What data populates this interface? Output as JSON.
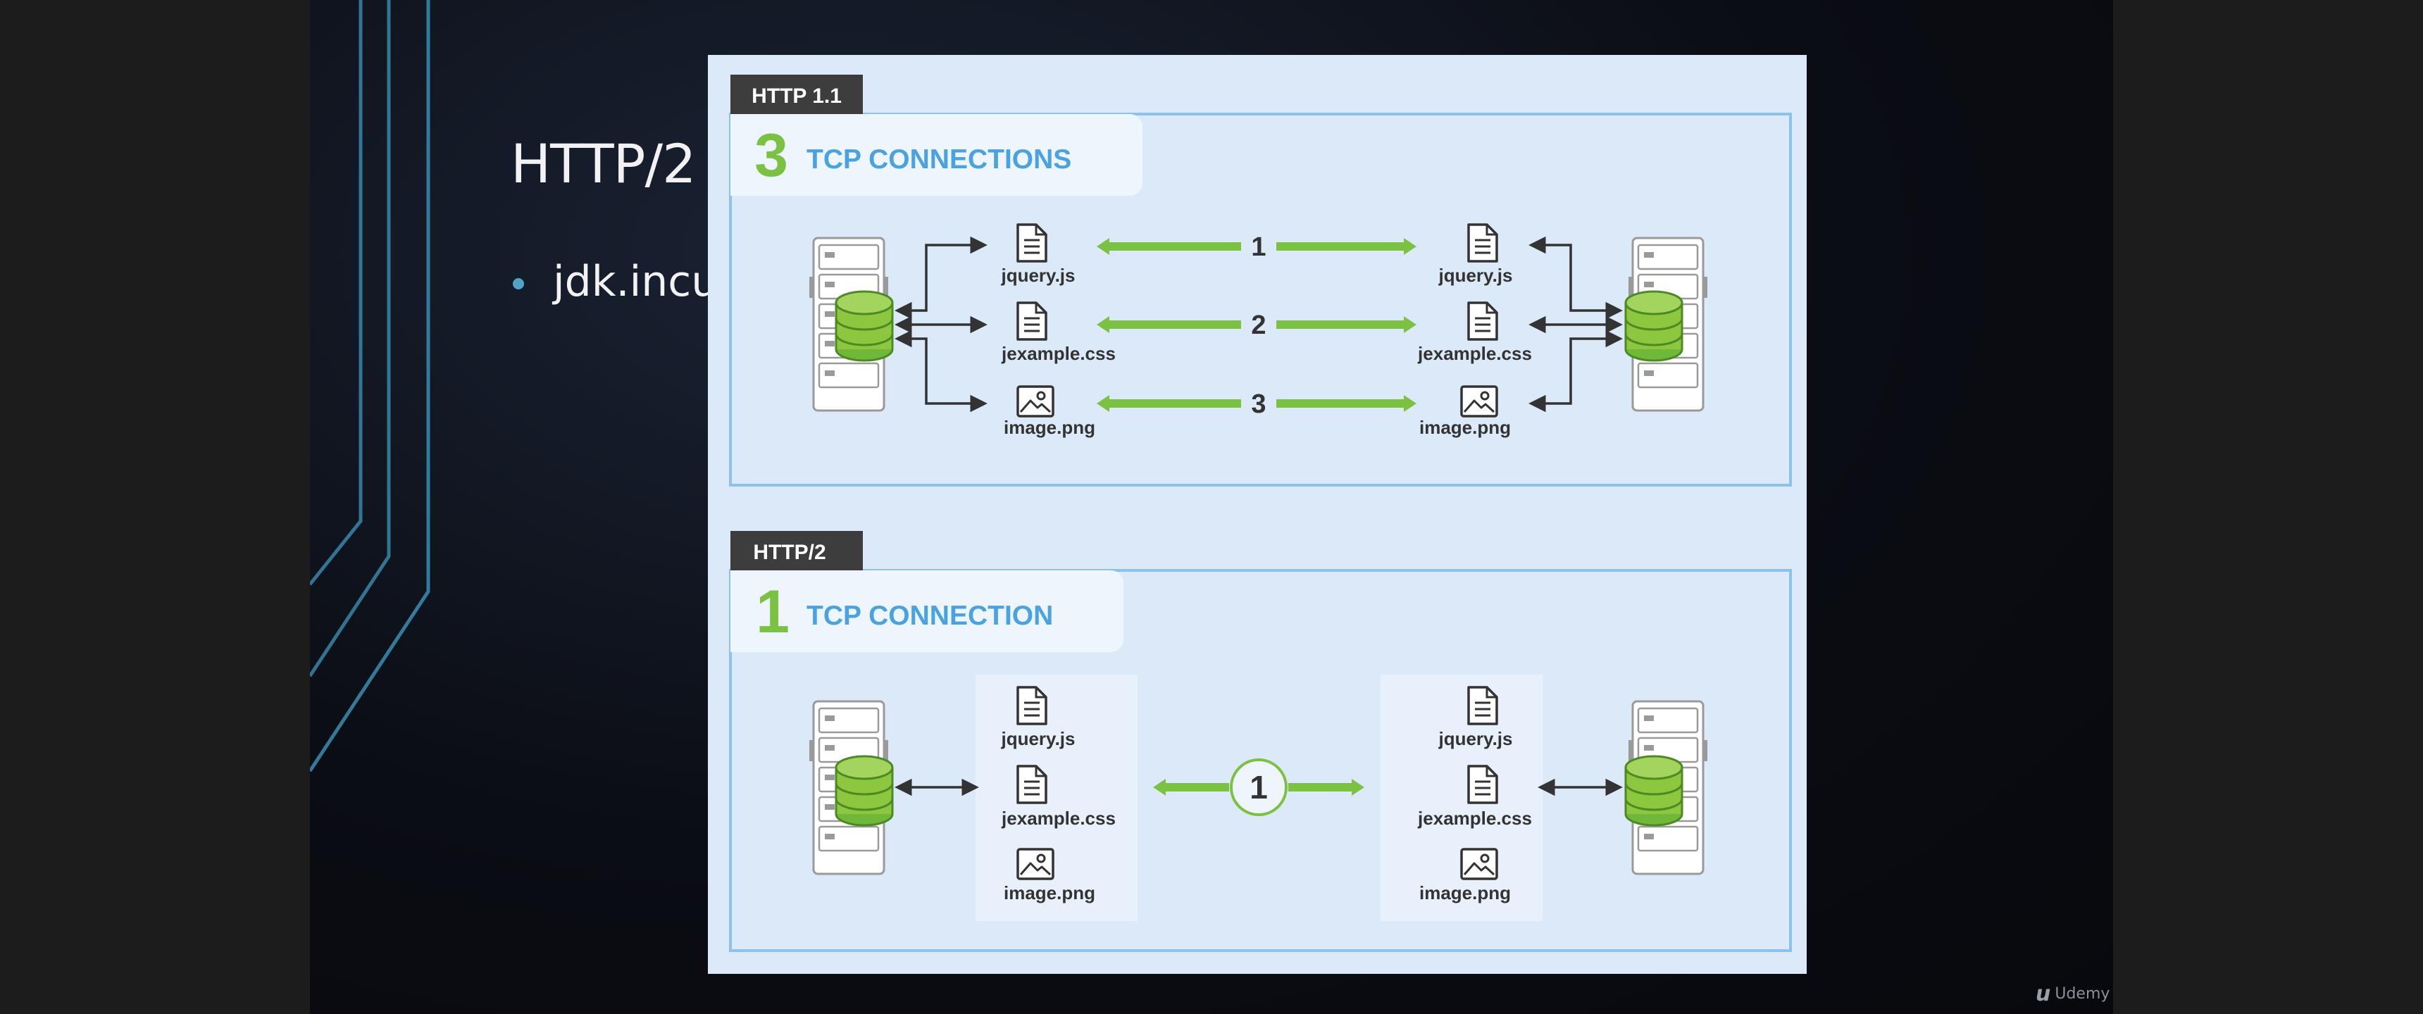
{
  "slide": {
    "title": "HTTP/2",
    "bullet": "jdk.incu"
  },
  "http11": {
    "badge": "HTTP 1.1",
    "count": "3",
    "connections_label": "TCP CONNECTIONS",
    "connections": [
      "1",
      "2",
      "3"
    ],
    "files": [
      "jquery.js",
      "jexample.css",
      "image.png"
    ]
  },
  "http2": {
    "badge": "HTTP/2",
    "count": "1",
    "connections_label": "TCP CONNECTION",
    "connection": "1",
    "files": [
      "jquery.js",
      "jexample.css",
      "image.png"
    ]
  },
  "watermark": {
    "brand": "Udemy"
  },
  "colors": {
    "accent_green": "#7cc242",
    "accent_blue": "#4aa3e0",
    "badge_dark": "#3d3d3d",
    "panel_bg": "#dbe9f9",
    "frame_blue": "#8cc3ec"
  },
  "icons": [
    "server-icon",
    "database-icon",
    "document-icon",
    "image-icon",
    "double-arrow-icon"
  ]
}
